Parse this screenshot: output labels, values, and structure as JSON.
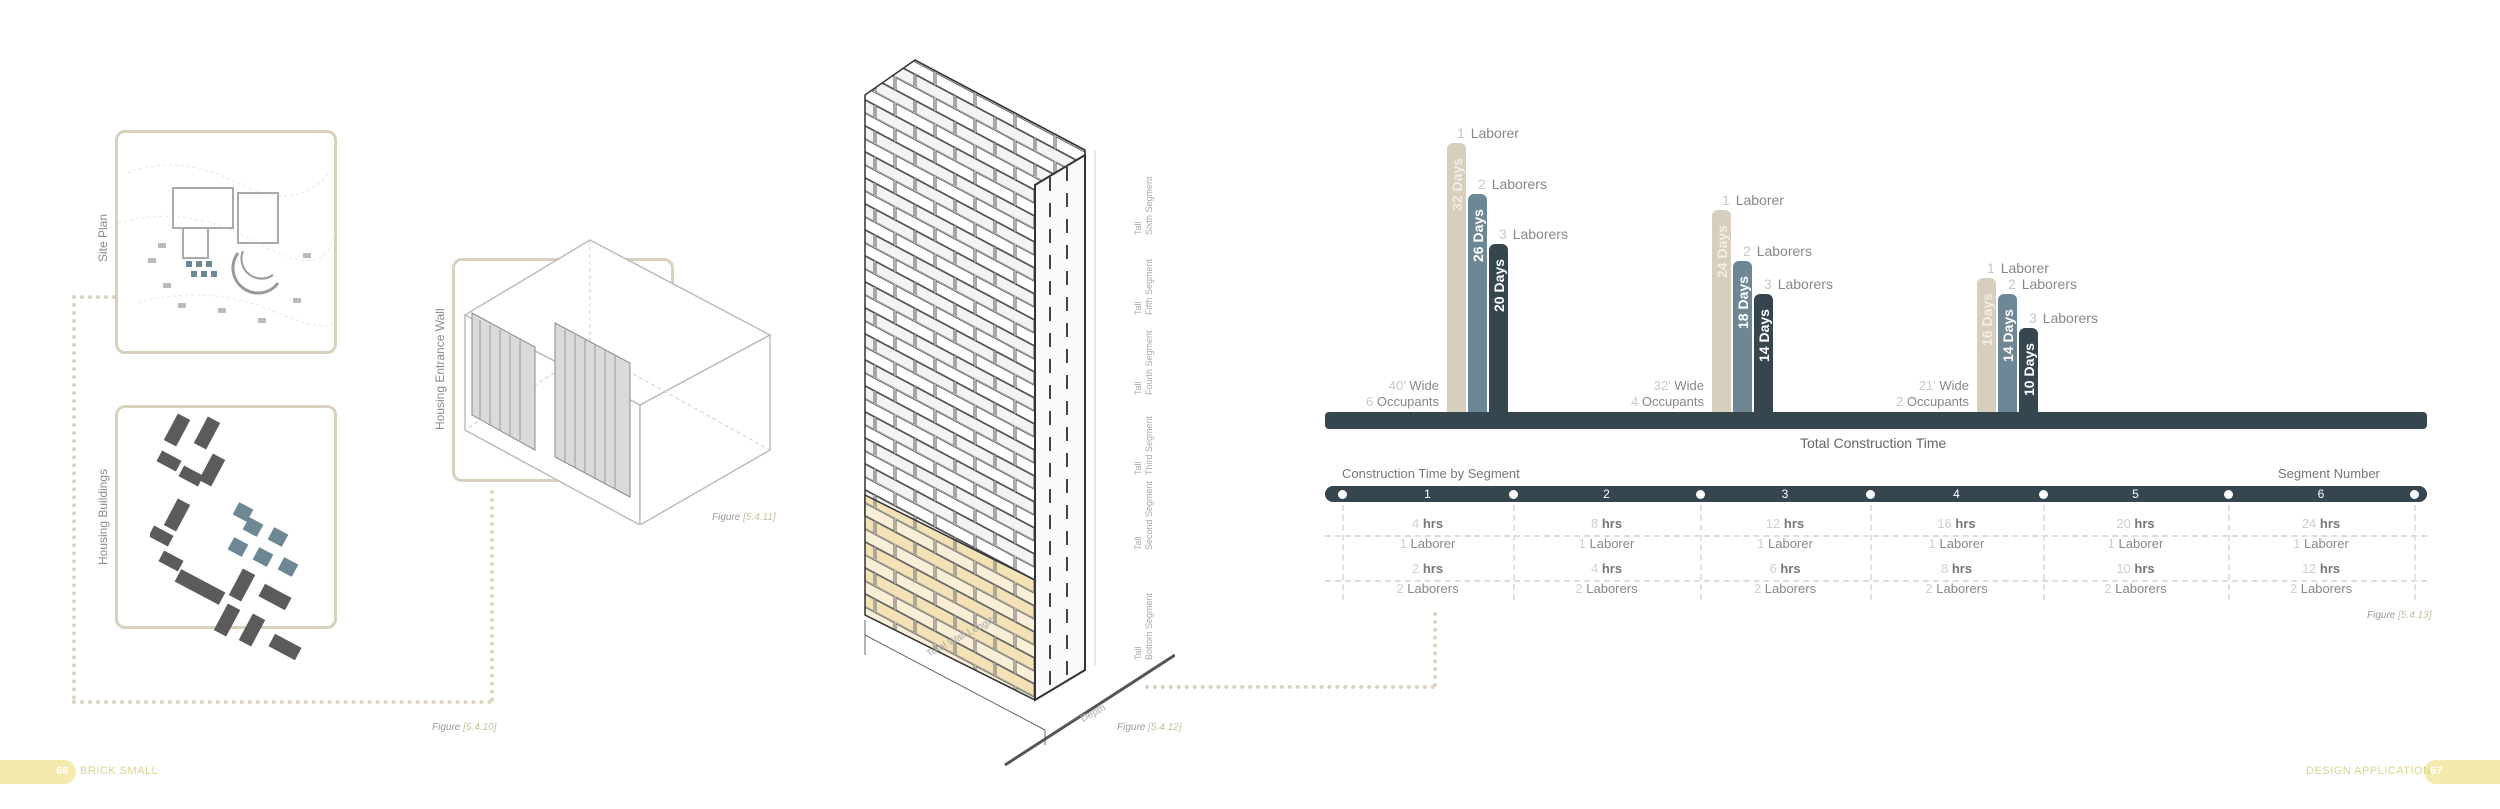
{
  "colors": {
    "beige": "#d7cfbe",
    "slate": "#6d8795",
    "dark": "#35464f",
    "tan_block": "#f7ebcc",
    "accent_yellow": "#f4eaae"
  },
  "footer": {
    "left_page": "66",
    "left_section": "BRICK SMALL",
    "right_page": "67",
    "right_section": "DESIGN APPLICATION"
  },
  "left_panels": {
    "site_plan_label": "Site Plan",
    "housing_buildings_label": "Housing Buildings",
    "figure_label": "Figure",
    "figure_number": "[5.4.10]"
  },
  "entrance_wall": {
    "label": "Housing Entrance Wall",
    "figure_label": "Figure",
    "figure_number": "[5.4.11]"
  },
  "tower": {
    "figure_label": "Figure",
    "figure_number": "[5.4.12]",
    "depth_label": "Depth",
    "length_label": "Total Wall Length",
    "segments": [
      {
        "height": "Tall",
        "name": "Sixth Segment"
      },
      {
        "height": "Tall",
        "name": "Fifth Segment"
      },
      {
        "height": "Tall",
        "name": "Fourth Segment"
      },
      {
        "height": "Tall",
        "name": "Third Segment"
      },
      {
        "height": "Tall",
        "name": "Second Segment"
      },
      {
        "height": "Tall",
        "name": "Bottom Segment"
      }
    ]
  },
  "chart_data": {
    "type": "bar",
    "xlabel": "Total Construction Time",
    "groups": [
      {
        "width": "40'",
        "width_label": "Wide",
        "occupants": "6",
        "occupants_label": "Occupants",
        "bars": [
          {
            "laborers": "1",
            "laborers_label": "Laborer",
            "days": 32,
            "label": "32 Days"
          },
          {
            "laborers": "2",
            "laborers_label": "Laborers",
            "days": 26,
            "label": "26 Days"
          },
          {
            "laborers": "3",
            "laborers_label": "Laborers",
            "days": 20,
            "label": "20 Days"
          }
        ]
      },
      {
        "width": "32'",
        "width_label": "Wide",
        "occupants": "4",
        "occupants_label": "Occupants",
        "bars": [
          {
            "laborers": "1",
            "laborers_label": "Laborer",
            "days": 24,
            "label": "24 Days"
          },
          {
            "laborers": "2",
            "laborers_label": "Laborers",
            "days": 18,
            "label": "18 Days"
          },
          {
            "laborers": "3",
            "laborers_label": "Laborers",
            "days": 14,
            "label": "14 Days"
          }
        ]
      },
      {
        "width": "21'",
        "width_label": "Wide",
        "occupants": "2",
        "occupants_label": "Occupants",
        "bars": [
          {
            "laborers": "1",
            "laborers_label": "Laborer",
            "days": 16,
            "label": "16 Days"
          },
          {
            "laborers": "2",
            "laborers_label": "Laborers",
            "days": 14,
            "label": "14 Days"
          },
          {
            "laborers": "3",
            "laborers_label": "Laborers",
            "days": 10,
            "label": "10 Days"
          }
        ]
      }
    ],
    "ylim": [
      0,
      32
    ]
  },
  "segments_table": {
    "title": "Construction Time by Segment",
    "right_title": "Segment Number",
    "figure_label": "Figure",
    "figure_number": "[5.4.13]",
    "segments": [
      "1",
      "2",
      "3",
      "4",
      "5",
      "6"
    ],
    "one_laborer": [
      {
        "value": "4",
        "unit": "hrs",
        "lab_n": "1",
        "lab": "Laborer"
      },
      {
        "value": "8",
        "unit": "hrs",
        "lab_n": "1",
        "lab": "Laborer"
      },
      {
        "value": "12",
        "unit": "hrs",
        "lab_n": "1",
        "lab": "Laborer"
      },
      {
        "value": "16",
        "unit": "hrs",
        "lab_n": "1",
        "lab": "Laborer"
      },
      {
        "value": "20",
        "unit": "hrs",
        "lab_n": "1",
        "lab": "Laborer"
      },
      {
        "value": "24",
        "unit": "hrs",
        "lab_n": "1",
        "lab": "Laborer"
      }
    ],
    "two_laborers": [
      {
        "value": "2",
        "unit": "hrs",
        "lab_n": "2",
        "lab": "Laborers"
      },
      {
        "value": "4",
        "unit": "hrs",
        "lab_n": "2",
        "lab": "Laborers"
      },
      {
        "value": "6",
        "unit": "hrs",
        "lab_n": "2",
        "lab": "Laborers"
      },
      {
        "value": "8",
        "unit": "hrs",
        "lab_n": "2",
        "lab": "Laborers"
      },
      {
        "value": "10",
        "unit": "hrs",
        "lab_n": "2",
        "lab": "Laborers"
      },
      {
        "value": "12",
        "unit": "hrs",
        "lab_n": "2",
        "lab": "Laborers"
      }
    ]
  }
}
